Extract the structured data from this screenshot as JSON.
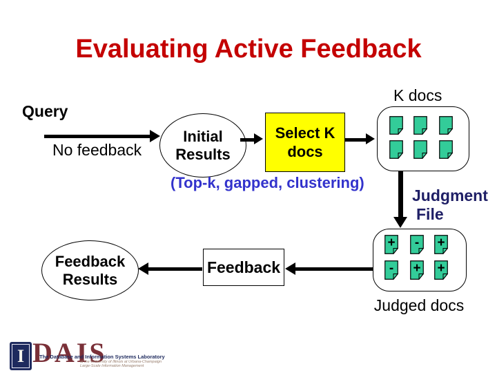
{
  "slide": {
    "title": "Evaluating Active Feedback"
  },
  "colors": {
    "title_red": "#c40000",
    "flow_blue": "#3333cc",
    "judgment_navy": "#1f1f66",
    "doc_teal": "#33cc99",
    "select_yellow": "#ffff00",
    "arrow_black": "#000000"
  },
  "flow": {
    "query_label": "Query",
    "no_feedback_label": "No feedback",
    "initial_results": {
      "line1": "Initial",
      "line2": "Results"
    },
    "select_k": {
      "line1": "Select K",
      "line2": "docs"
    },
    "k_docs_label": "K docs",
    "topk_label": "(Top-k, gapped, clustering)",
    "judgment_file": {
      "line1": "Judgment",
      "line2": "File"
    },
    "judged_docs_label": "Judged docs",
    "feedback_label": "Feedback",
    "feedback_results": {
      "line1": "Feedback",
      "line2": "Results"
    }
  },
  "k_docs": {
    "count": 6
  },
  "judged": {
    "signs": [
      "+",
      "-",
      "+",
      "-",
      "+",
      "+"
    ]
  },
  "logo": {
    "monogram": "I",
    "acronym": "DAIS",
    "name": "The Database and Information Systems Laboratory",
    "fine_print_line1": "at the University of Illinois at Urbana-Champaign",
    "fine_print_line2": "Large-Scale Information Management"
  }
}
